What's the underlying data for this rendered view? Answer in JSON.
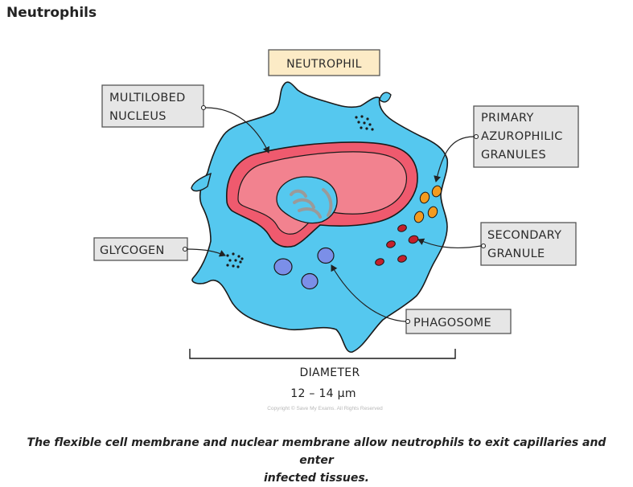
{
  "heading": "Neutrophils",
  "diagram": {
    "title": "NEUTROPHIL",
    "labels": {
      "nucleus_line1": "MULTILOBED",
      "nucleus_line2": "NUCLEUS",
      "primary_line1": "PRIMARY",
      "primary_line2": "AZUROPHILIC",
      "primary_line3": "GRANULES",
      "glycogen": "GLYCOGEN",
      "secondary_line1": "SECONDARY",
      "secondary_line2": "GRANULE",
      "phagosome": "PHAGOSOME"
    },
    "dimension": {
      "label": "DIAMETER",
      "value": "12 – 14 μm"
    },
    "copyright": "Copyright © Save My Exams. All Rights Reserved"
  },
  "caption": {
    "line1": "The flexible cell membrane and nuclear membrane allow neutrophils to exit capillaries and enter",
    "line2": "infected tissues."
  },
  "colors": {
    "cytoplasm": "#55c8ef",
    "nucleus_outer": "#ef5a6e",
    "nucleus_inner": "#f2828f",
    "primary_granules": "#f39b1f",
    "secondary_granules": "#c4202c",
    "phagosomes": "#7b8fe8",
    "label_box": "#e6e6e6",
    "title_box": "#fcebc6"
  }
}
